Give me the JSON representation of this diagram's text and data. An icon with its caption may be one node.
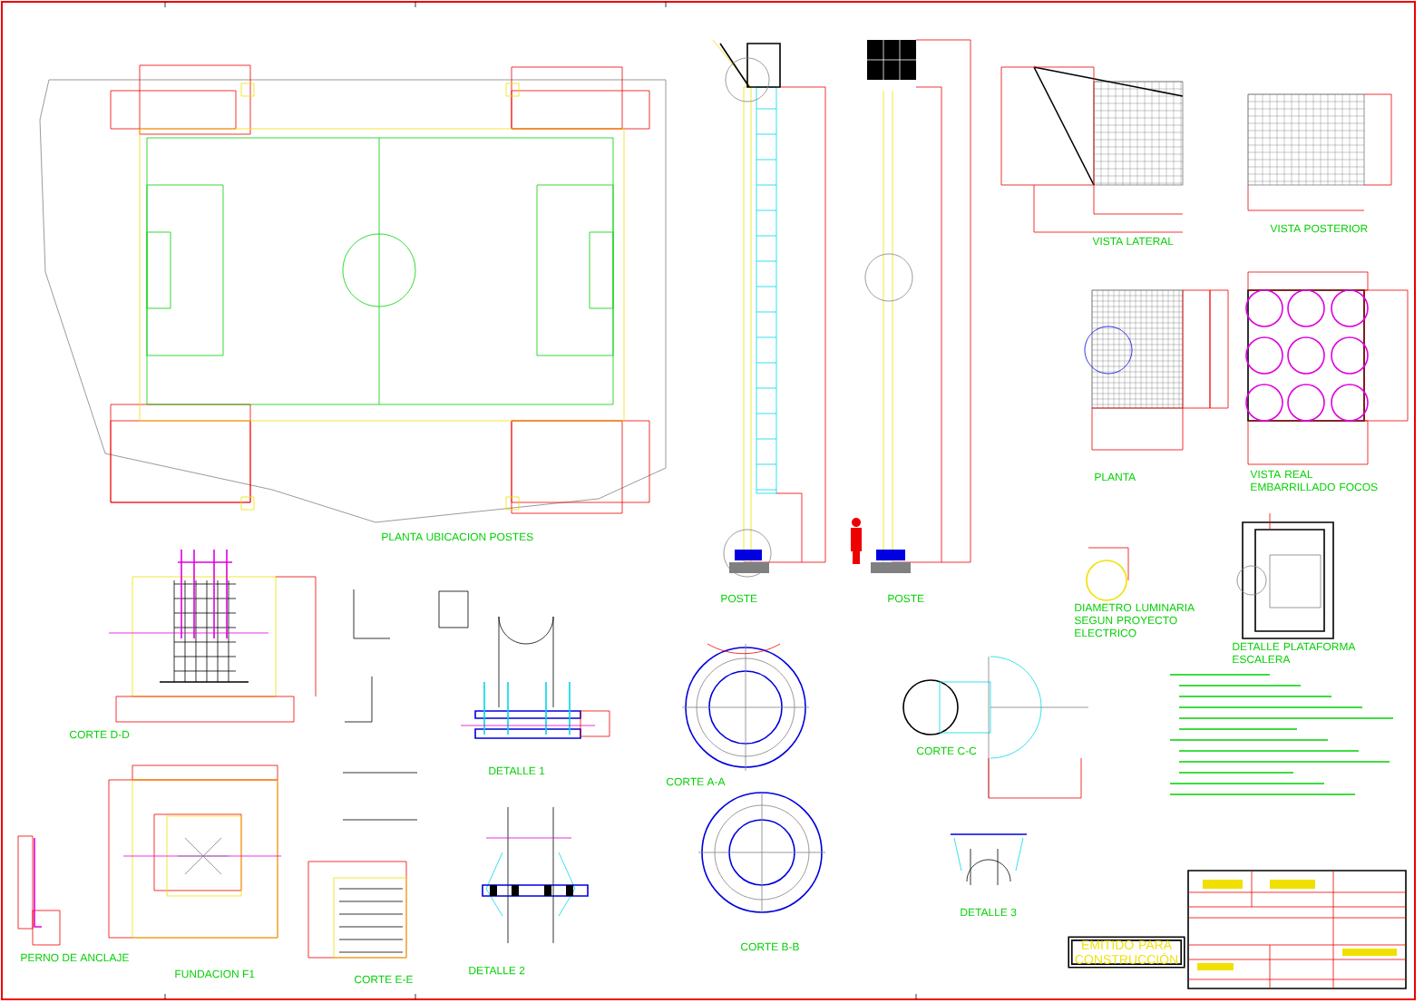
{
  "diagram": {
    "labels": [
      "PLANTA UBICACION POSTES",
      "CORTE D-D",
      "DETALLE 1",
      "PERNO DE ANCLAJE",
      "FUNDACION F1",
      "CORTE E-E",
      "DETALLE 2",
      "POSTE",
      "POSTE",
      "DIAMETRO LUMINARIA SEGUN PROYECTO ELECTRICO",
      "DETALLE PLATAFORMA ESCALERA",
      "CORTE A-A",
      "CORTE C-C",
      "CORTE B-B",
      "DETALLE 3",
      "VISTA LATERAL",
      "VISTA POSTERIOR",
      "PLANTA",
      "VISTA REAL EMBARRILLADO FOCOS",
      "EMITIDO PARA CONSTRUCCIÓN"
    ]
  }
}
